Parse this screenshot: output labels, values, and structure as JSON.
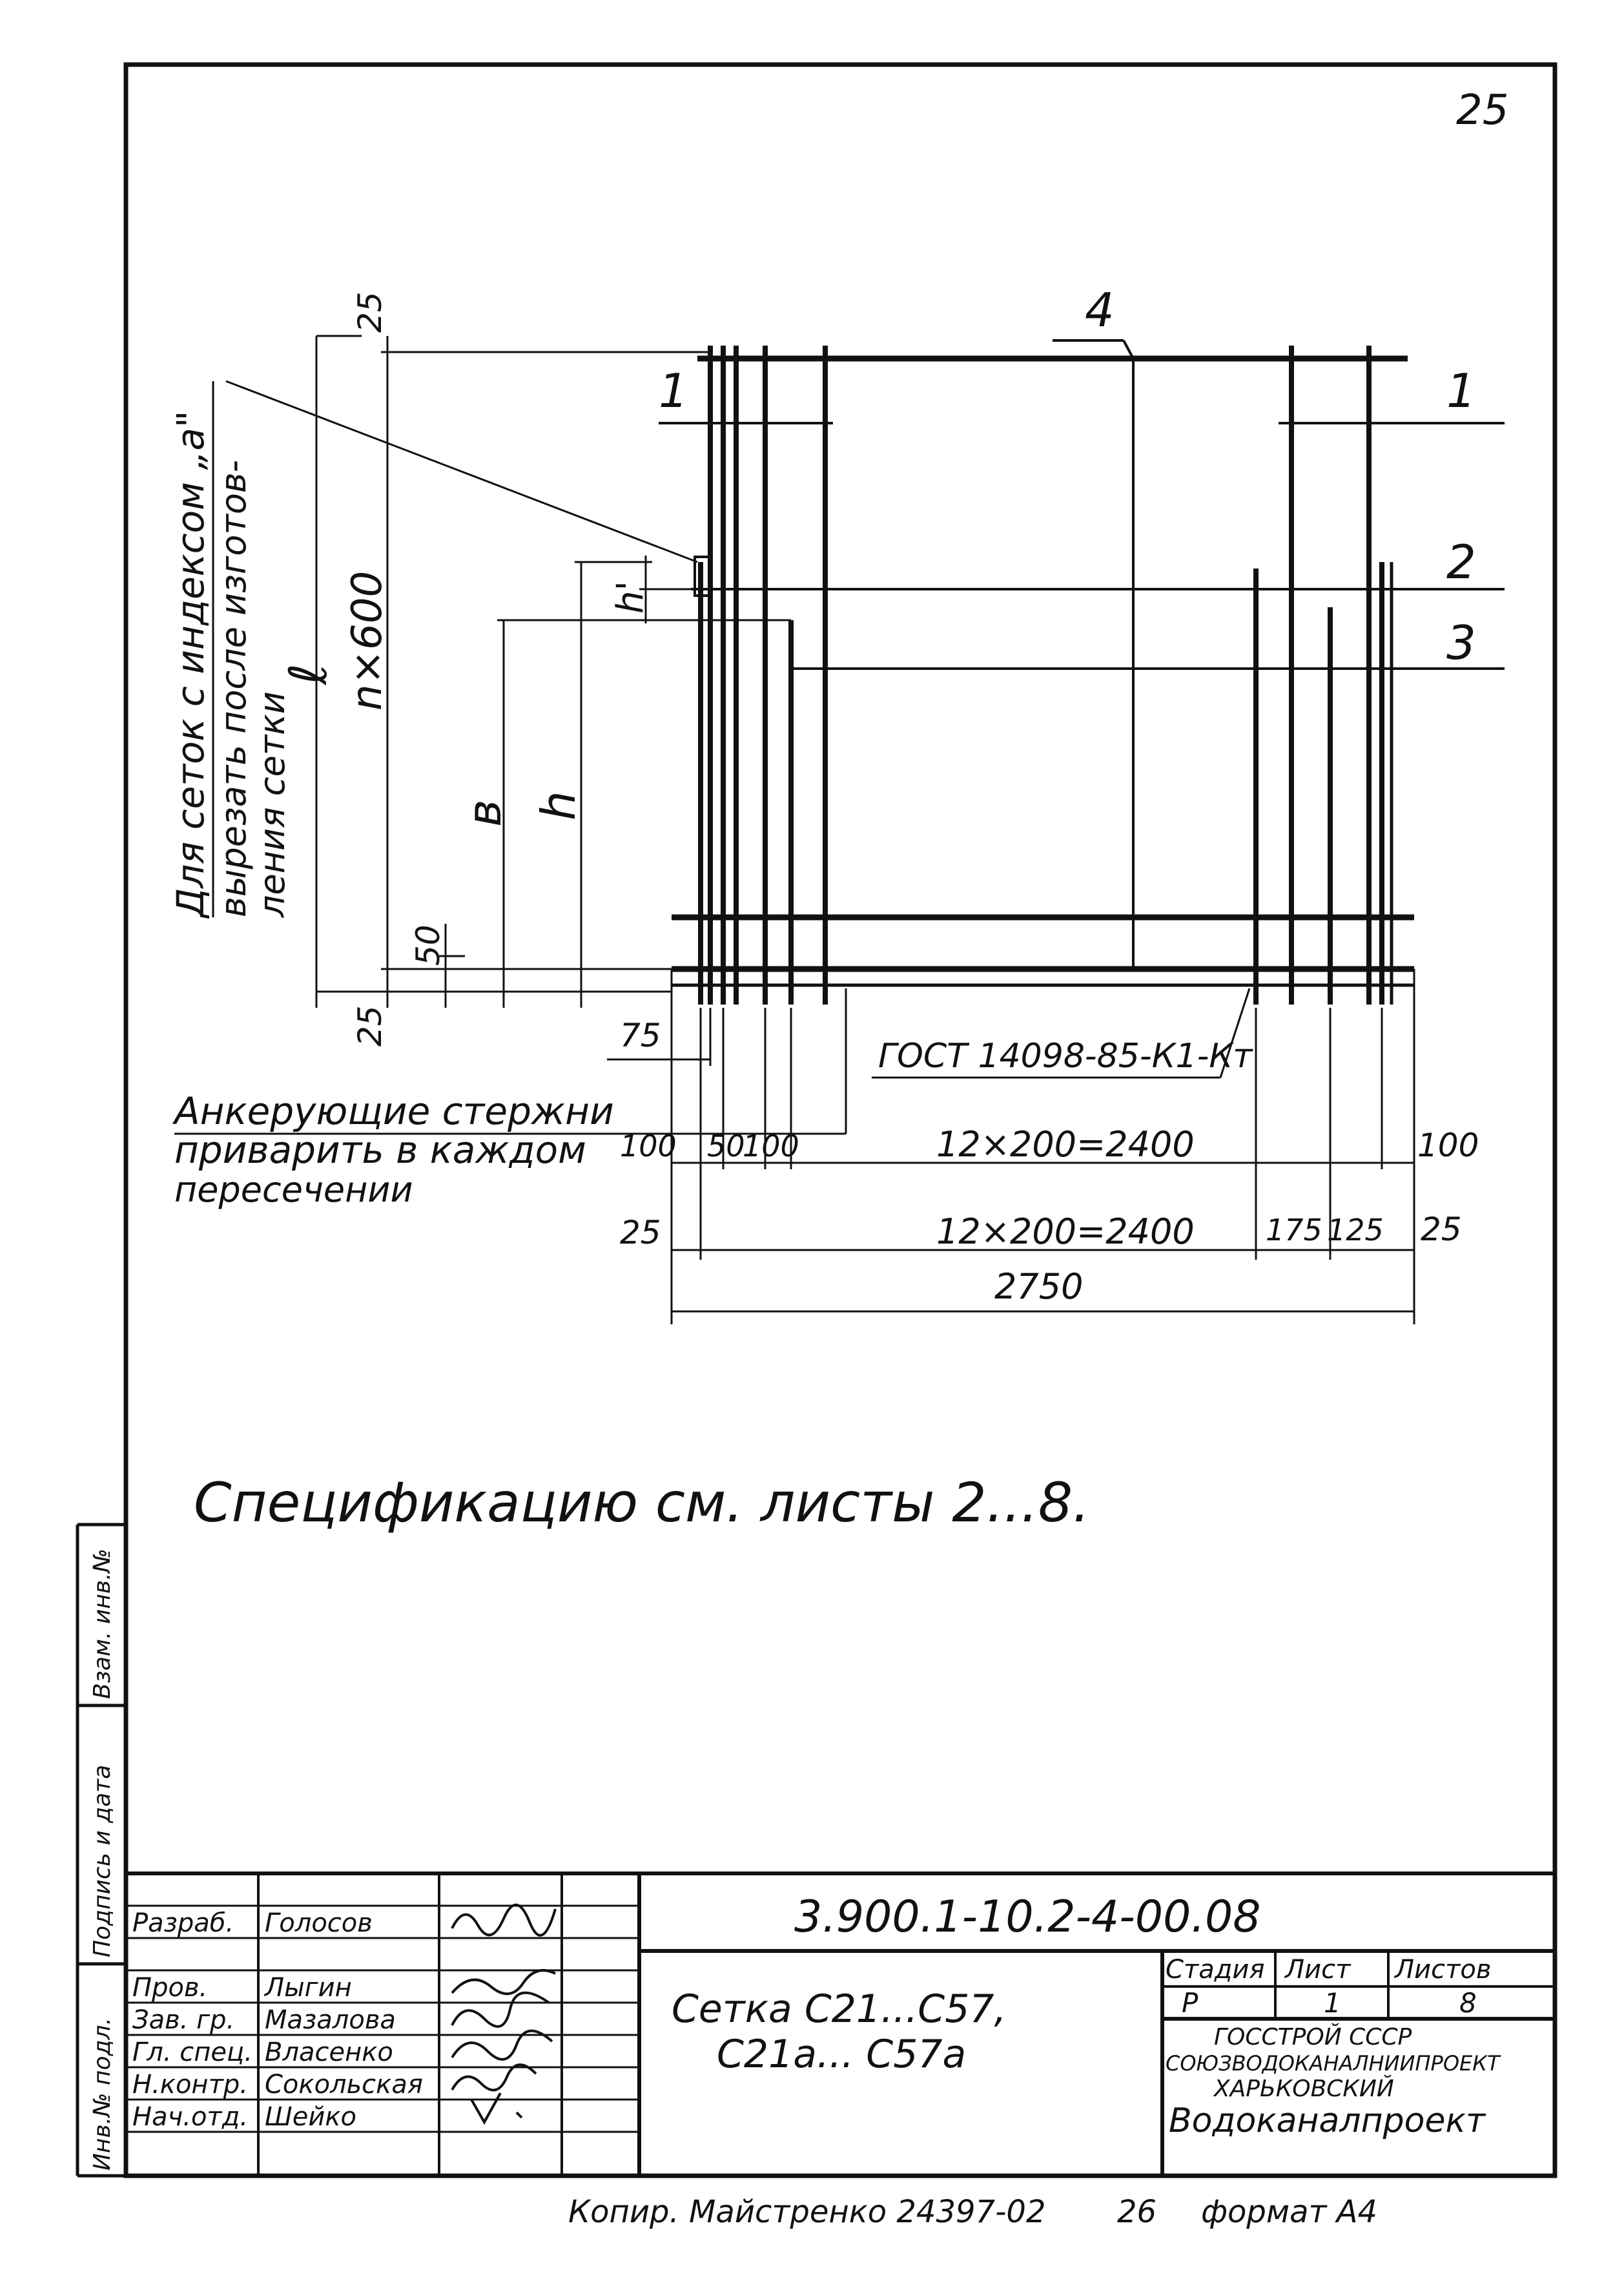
{
  "sheet": {
    "page_number": "25",
    "copy_note": "Копир. Майстренко 24397-02",
    "copy_index": "26",
    "format": "формат А4"
  },
  "drawing": {
    "note_cutout_line1": "Для сеток с индексом „а\"",
    "note_cutout_line2": "вырезать после изготов-",
    "note_cutout_line3": "ления сетки",
    "anchor_note_line1": "Анкерующие стержни",
    "anchor_note_line2": "приварить в каждом",
    "anchor_note_line3": "пересечении",
    "gost_label": "ГОСТ 14098-85-К1-Кт",
    "specification_note": "Спецификацию см. листы 2...8.",
    "position_marks": [
      "1",
      "1",
      "2",
      "3",
      "4"
    ],
    "vertical_dims": {
      "l": "ℓ",
      "n600": "n×600",
      "b": "в",
      "h": "h",
      "h_prime": "h'",
      "d25_top": "25",
      "d25_bottom": "25",
      "d50": "50"
    },
    "horizontal_dims": {
      "d75": "75",
      "row1_100_left": "100",
      "row1_50": "50",
      "row1_100_mid": "100",
      "row1_span": "12×200=2400",
      "row1_100_right": "100",
      "row2_25_left": "25",
      "row2_span": "12×200=2400",
      "row2_175": "175",
      "row2_125": "125",
      "row2_25_right": "25",
      "total": "2750"
    }
  },
  "side_stamp": {
    "cell_top": "Взам. инв.№",
    "cell_mid": "Подпись и дата",
    "cell_bottom": "Инв.№ подл."
  },
  "title_block": {
    "roles": [
      "Разраб.",
      "Пров.",
      "Зав. гр.",
      "Гл. спец.",
      "Н.контр.",
      "Нач.отд."
    ],
    "names": [
      "Голосов",
      "Лыгин",
      "Мазалова",
      "Власенко",
      "Сокольская",
      "Шейко"
    ],
    "document_code": "3.900.1-10.2-4-00.08",
    "title_line1": "Сетка С21...С57,",
    "title_line2": "С21а... С57а",
    "stage_header": "Стадия",
    "sheet_header": "Лист",
    "sheets_header": "Листов",
    "stage_value": "Р",
    "sheet_value": "1",
    "sheets_value": "8",
    "org_line1": "ГОССТРОЙ СССР",
    "org_line2": "СОЮЗВОДОКАНАЛНИИПРОЕКТ",
    "org_line3": "ХАРЬКОВСКИЙ",
    "org_line4": "Водоканалпроект"
  }
}
